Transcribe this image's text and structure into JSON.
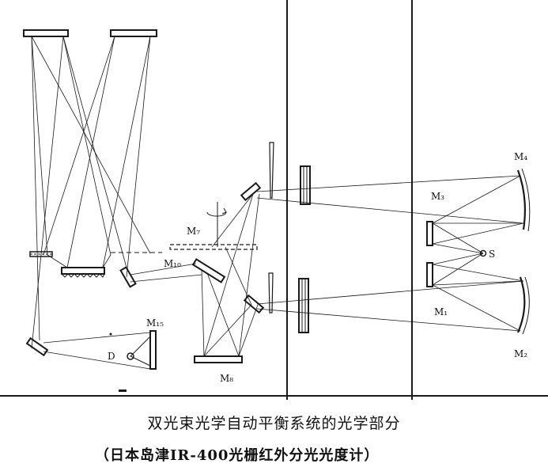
{
  "labels": {
    "m4": "M₄",
    "m3": "M₃",
    "s": "S",
    "m1": "M₁",
    "m2": "M₂",
    "m7": "M₇",
    "m10": "M₁₀",
    "m15": "M₁₅",
    "d": "D",
    "m8": "M₈"
  },
  "caption": {
    "title": "双光束光学自动平衡系统的光学部分",
    "subtitle": "（日本岛津IR-400光栅红外分光光度计）"
  },
  "colors": {
    "ink": "#1a1a1a",
    "background": "#ffffff"
  }
}
